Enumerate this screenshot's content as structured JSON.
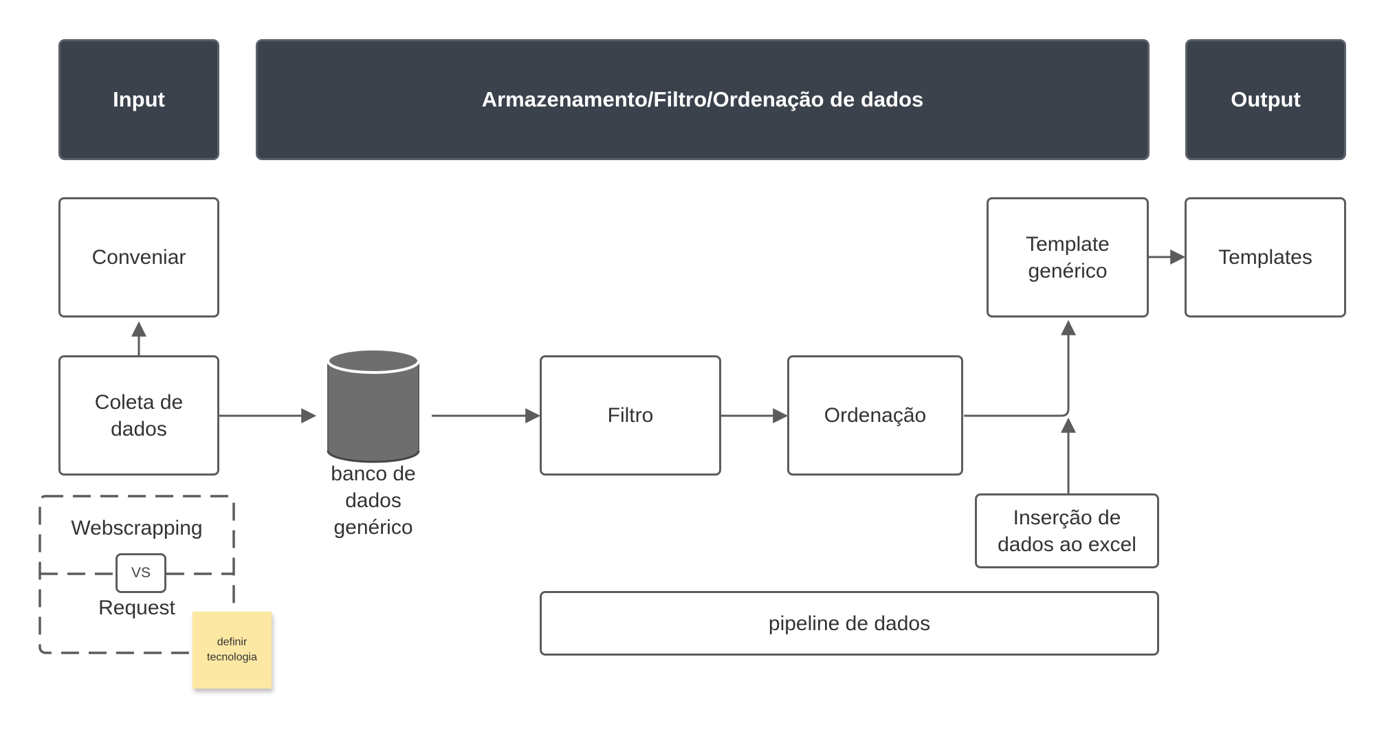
{
  "headers": {
    "input": "Input",
    "storage": "Armazenamento/Filtro/Ordenação de dados",
    "output": "Output"
  },
  "nodes": {
    "conveniar": "Conveniar",
    "coleta": "Coleta de\ndados",
    "database": "banco de\ndados\ngenérico",
    "filtro": "Filtro",
    "ordenacao": "Ordenação",
    "template_generico": "Template\ngenérico",
    "templates": "Templates",
    "insercao": "Inserção de\ndados ao excel",
    "pipeline": "pipeline de dados"
  },
  "alternatives": {
    "option_a": "Webscrapping",
    "versus": "VS",
    "option_b": "Request"
  },
  "sticky_note": "definir\ntecnologia",
  "colors": {
    "header_fill": "#3b424c",
    "stroke": "#5c5c5c",
    "cylinder_fill": "#6e6e6e",
    "sticky_fill": "#fde8a3"
  }
}
